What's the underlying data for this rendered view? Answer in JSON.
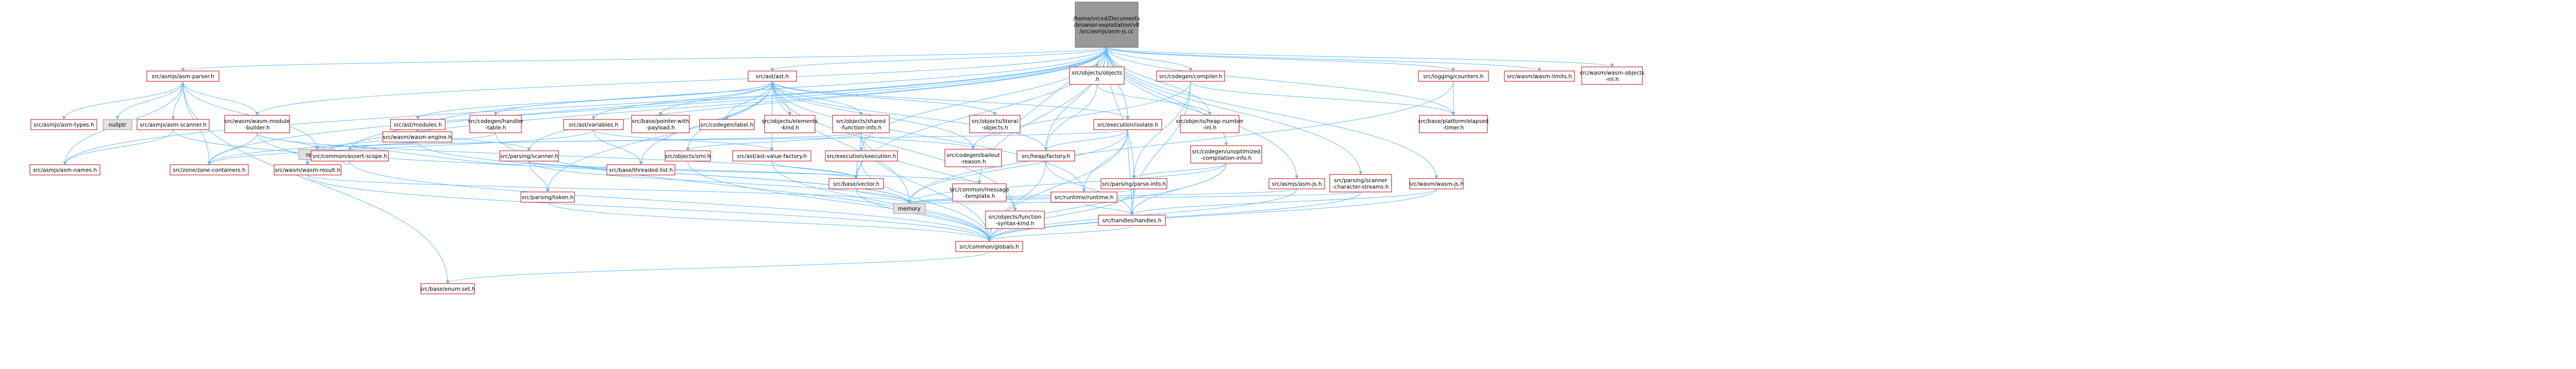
{
  "graph": {
    "root": "/home/vrcxd/Documents/browser-exploitation/v8/src/asmjs/asm-js.cc",
    "nodes": [
      {
        "id": "root",
        "label": [
          "/home/vrcxd/Documents",
          "/browser-exploitation/v8",
          "/src/asmjs/asm-js.cc"
        ],
        "kind": "root"
      },
      {
        "id": "asm_parser",
        "label": [
          "src/asmjs/asm-parser.h"
        ]
      },
      {
        "id": "ast",
        "label": [
          "src/ast/ast.h"
        ]
      },
      {
        "id": "objects_objects",
        "label": [
          "src/objects/objects",
          ".h"
        ]
      },
      {
        "id": "codegen_compiler",
        "label": [
          "src/codegen/compiler.h"
        ]
      },
      {
        "id": "logging_counters",
        "label": [
          "src/logging/counters.h"
        ]
      },
      {
        "id": "wasm_limits",
        "label": [
          "src/wasm/wasm-limits.h"
        ]
      },
      {
        "id": "wasm_objects_inl",
        "label": [
          "src/wasm/wasm-objects",
          "-inl.h"
        ]
      },
      {
        "id": "asm_types",
        "label": [
          "src/asmjs/asm-types.h"
        ]
      },
      {
        "id": "nullptr",
        "label": [
          "nullptr"
        ],
        "kind": "ext"
      },
      {
        "id": "asm_scanner",
        "label": [
          "src/asmjs/asm-scanner.h"
        ]
      },
      {
        "id": "wasm_module_builder",
        "label": [
          "src/wasm/wasm-module",
          "-builder.h"
        ]
      },
      {
        "id": "asm_names",
        "label": [
          "src/asmjs/asm-names.h"
        ]
      },
      {
        "id": "zone_containers",
        "label": [
          "src/zone/zone-containers.h"
        ]
      },
      {
        "id": "wasm_result",
        "label": [
          "src/wasm/wasm-result.h"
        ]
      },
      {
        "id": "optional",
        "label": [
          "optional"
        ],
        "kind": "ext"
      },
      {
        "id": "ast_modules",
        "label": [
          "src/ast/modules.h"
        ]
      },
      {
        "id": "codegen_handler_table",
        "label": [
          "src/codegen/handler",
          "-table.h"
        ]
      },
      {
        "id": "ast_variables",
        "label": [
          "src/ast/variables.h"
        ]
      },
      {
        "id": "base_pointer_with_payload",
        "label": [
          "src/base/pointer-with",
          "-payload.h"
        ]
      },
      {
        "id": "codegen_label",
        "label": [
          "src/codegen/label.h"
        ]
      },
      {
        "id": "objects_elements_kind",
        "label": [
          "src/objects/elements",
          "-kind.h"
        ]
      },
      {
        "id": "objects_shared_function_info",
        "label": [
          "src/objects/shared",
          "-function-info.h"
        ]
      },
      {
        "id": "objects_literal_objects",
        "label": [
          "src/objects/literal",
          "-objects.h"
        ]
      },
      {
        "id": "execution_isolate",
        "label": [
          "src/execution/isolate.h"
        ]
      },
      {
        "id": "objects_heap_number_inl",
        "label": [
          "src/objects/heap-number",
          "-inl.h"
        ]
      },
      {
        "id": "base_platform_elapsed_timer",
        "label": [
          "src/base/platform/elapsed",
          "-timer.h"
        ]
      },
      {
        "id": "common_assert_scope",
        "label": [
          "src/common/assert-scope.h"
        ]
      },
      {
        "id": "wasm_engine",
        "label": [
          "src/wasm/wasm-engine.h"
        ]
      },
      {
        "id": "parsing_scanner",
        "label": [
          "src/parsing/scanner.h"
        ]
      },
      {
        "id": "base_threaded_list",
        "label": [
          "src/base/threaded-list.h"
        ]
      },
      {
        "id": "objects_smi",
        "label": [
          "src/objects/smi.h"
        ]
      },
      {
        "id": "ast_value_factory",
        "label": [
          "src/ast/ast-value-factory.h"
        ]
      },
      {
        "id": "execution_execution",
        "label": [
          "src/execution/execution.h"
        ]
      },
      {
        "id": "codegen_bailout_reason",
        "label": [
          "src/codegen/bailout",
          "-reason.h"
        ]
      },
      {
        "id": "heap_factory",
        "label": [
          "src/heap/factory.h"
        ]
      },
      {
        "id": "codegen_unoptimized_compilation_info",
        "label": [
          "src/codegen/unoptimized",
          "-compilation-info.h"
        ]
      },
      {
        "id": "asm_js_h",
        "label": [
          "src/asmjs/asm-js.h"
        ]
      },
      {
        "id": "parsing_scanner_character_streams",
        "label": [
          "src/parsing/scanner",
          "-character-streams.h"
        ]
      },
      {
        "id": "wasm_js",
        "label": [
          "src/wasm/wasm-js.h"
        ]
      },
      {
        "id": "parsing_token",
        "label": [
          "src/parsing/token.h"
        ]
      },
      {
        "id": "base_vector",
        "label": [
          "src/base/vector.h"
        ]
      },
      {
        "id": "common_message_template",
        "label": [
          "src/common/message",
          "-template.h"
        ]
      },
      {
        "id": "runtime_runtime",
        "label": [
          "src/runtime/runtime.h"
        ]
      },
      {
        "id": "parsing_parse_info",
        "label": [
          "src/parsing/parse-info.h"
        ]
      },
      {
        "id": "memory",
        "label": [
          "memory"
        ],
        "kind": "ext"
      },
      {
        "id": "objects_function_syntax_kind",
        "label": [
          "src/objects/function",
          "-syntax-kind.h"
        ]
      },
      {
        "id": "handles_handles",
        "label": [
          "src/handles/handles.h"
        ]
      },
      {
        "id": "common_globals",
        "label": [
          "src/common/globals.h"
        ]
      },
      {
        "id": "base_enum_set",
        "label": [
          "src/base/enum-set.h"
        ]
      }
    ]
  }
}
